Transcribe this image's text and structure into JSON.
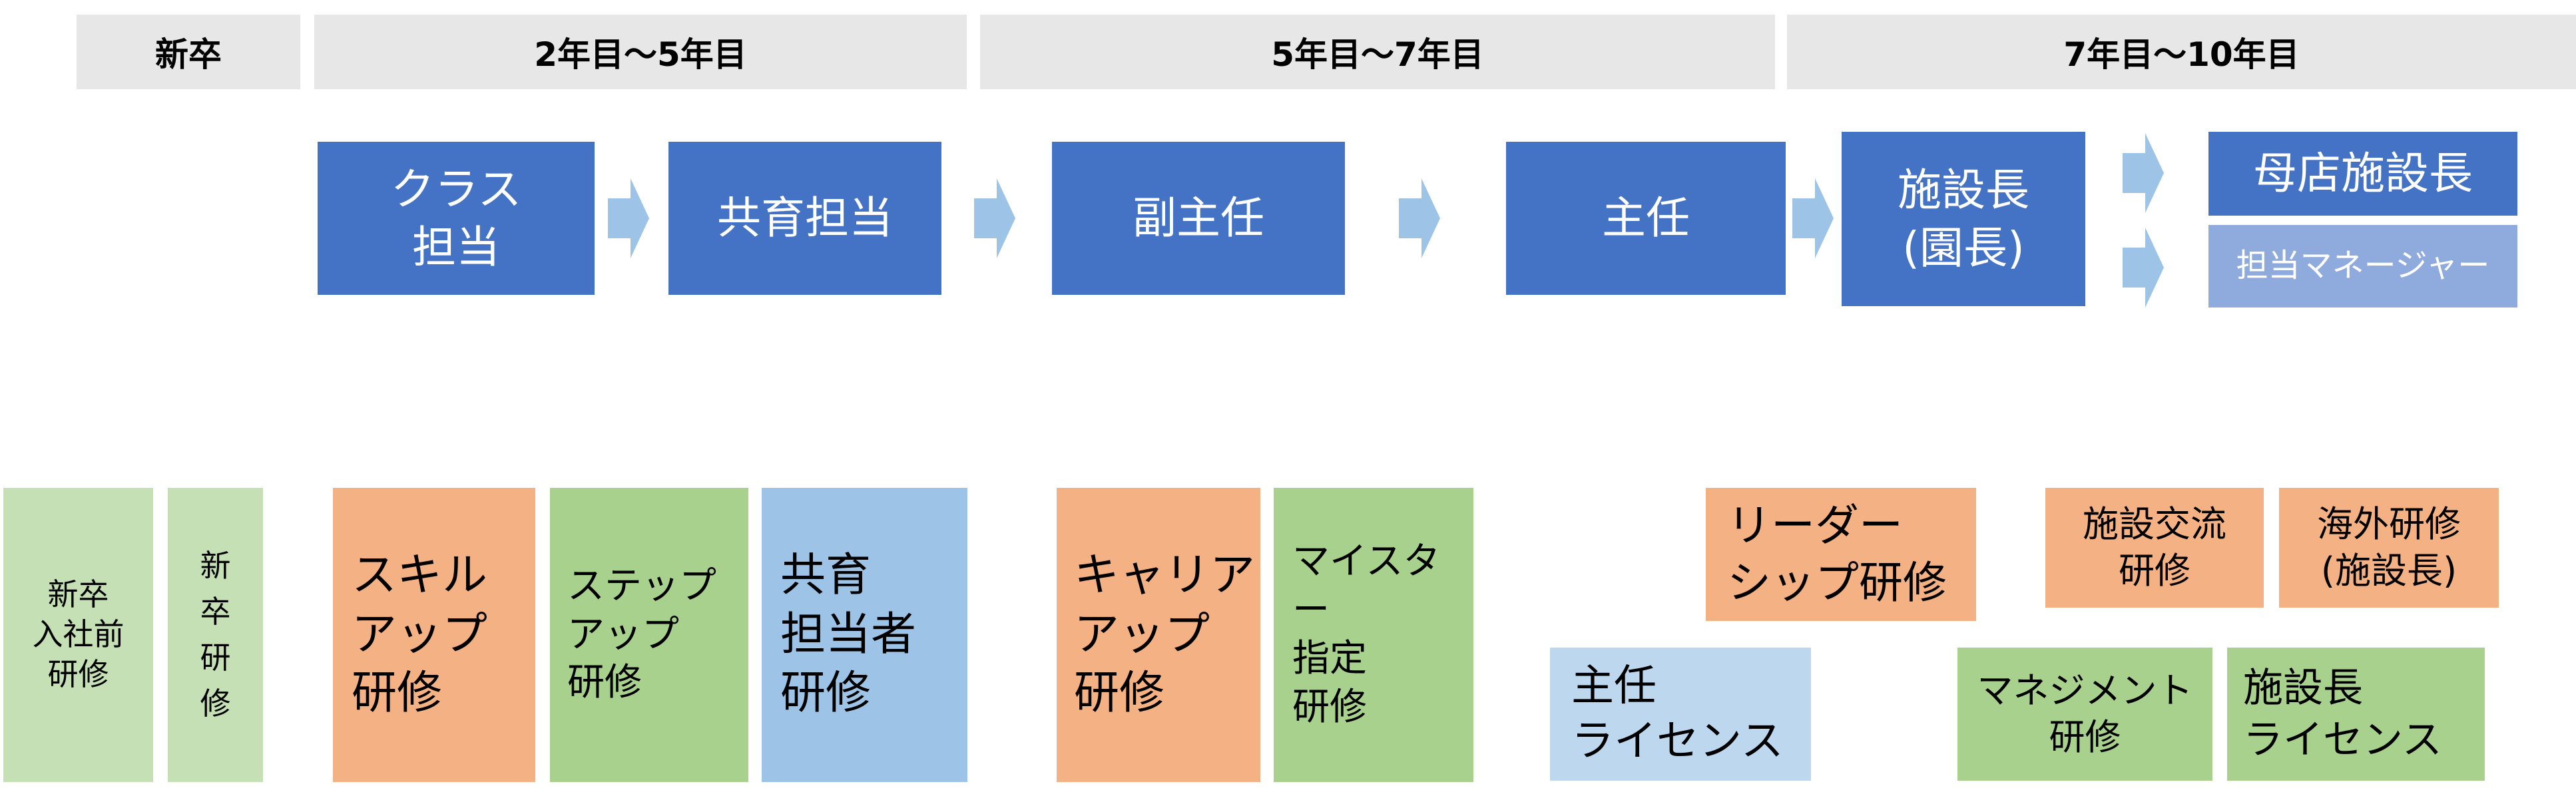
{
  "headers": {
    "shinsotsu": "新卒",
    "y2_5": "2年目〜5年目",
    "y5_7": "5年目〜7年目",
    "y7_10": "7年目〜10年目"
  },
  "roles": {
    "class_tanto": "クラス\n担当",
    "kyoiku_tanto": "共育担当",
    "fuku_shunin": "副主任",
    "shunin": "主任",
    "shisetsucho": "施設長\n(園長)",
    "boten_shisetsucho": "母店施設長",
    "tanto_manager": "担当マネージャー"
  },
  "trainings": {
    "shinsotsu_nyusha": "新卒\n入社前\n研修",
    "shinsotsu_kenshu": "新\n卒\n研\n修",
    "skillup": "スキル\nアップ\n研修",
    "stepup": "ステップ\nアップ\n研修",
    "kyoiku_tantosha": "共育\n担当者\n研修",
    "careerup": "キャリア\nアップ\n研修",
    "meister": "マイスター\n指定\n研修",
    "leadership": "リーダー\nシップ研修",
    "shunin_license": "主任\nライセンス",
    "shisetsu_koryu": "施設交流\n研修",
    "kaigai_kenshu": "海外研修\n(施設長)",
    "management": "マネジメント\n研修",
    "shisetsucho_license": "施設長\nライセンス"
  },
  "colors": {
    "role_blue": "#4472c4",
    "role_light_blue": "#8faadc",
    "arrow_blue": "#9dc3e6",
    "header_gray": "#e7e7e7",
    "training_green": "#a9d18e",
    "training_light_green": "#c5e0b4",
    "training_orange": "#f4b183",
    "training_blue": "#9dc3e6",
    "training_light_blue": "#bdd7ee"
  }
}
